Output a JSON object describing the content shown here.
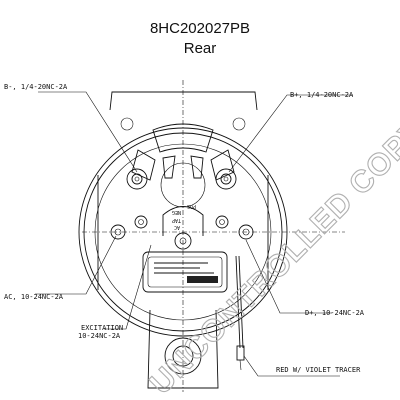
{
  "header": {
    "part_number": "8HC202027PB",
    "view": "Rear"
  },
  "callouts": {
    "b_minus": "B-, 1/4-20NC-2A",
    "b_plus": "B+, 1/4-20NC-2A",
    "ac": "AC, 10-24NC-2A",
    "excitation_line1": "EXCITATION",
    "excitation_line2": "10-24NC-2A",
    "d_plus": "D+, 10-24NC-2A",
    "red_wire": "RED W/ VIOLET TRACER"
  },
  "switch_labels": {
    "pos": "POS",
    "neg": "NEG",
    "ac": "AC",
    "tap": "TAP"
  },
  "watermark": "UNCONTROLLED COPY"
}
